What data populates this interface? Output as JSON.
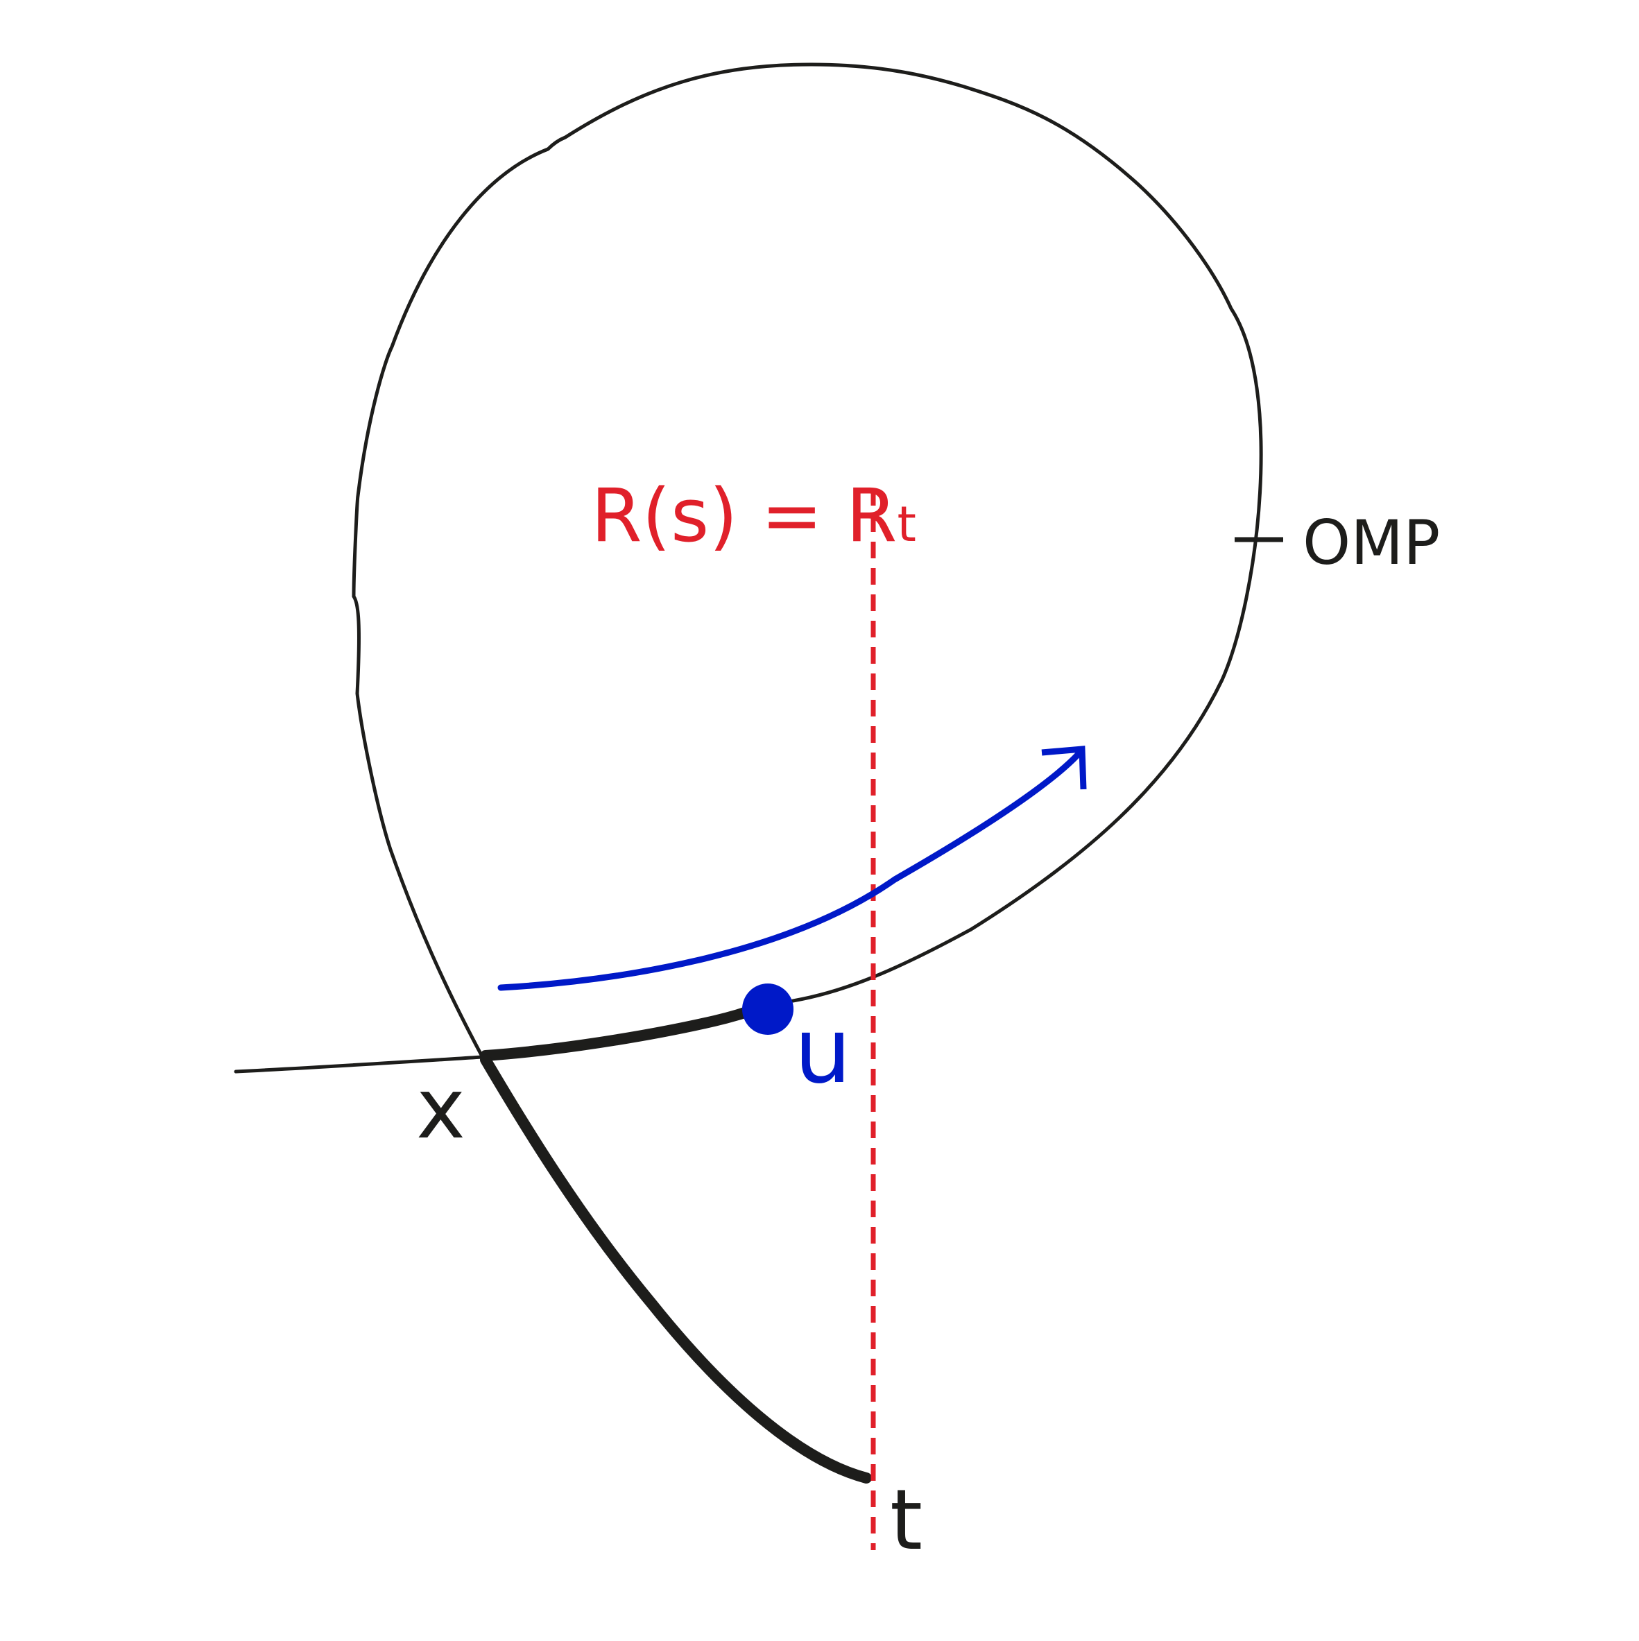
{
  "labels": {
    "threshold": "R(s) = R",
    "threshold_subscript": "t",
    "omp": "OMP",
    "x": "x",
    "u": "u",
    "t": "t"
  },
  "colors": {
    "curve": "#1d1d1b",
    "threshold": "#e0202a",
    "direction": "#0019c8",
    "point_u": "#0019c8"
  }
}
